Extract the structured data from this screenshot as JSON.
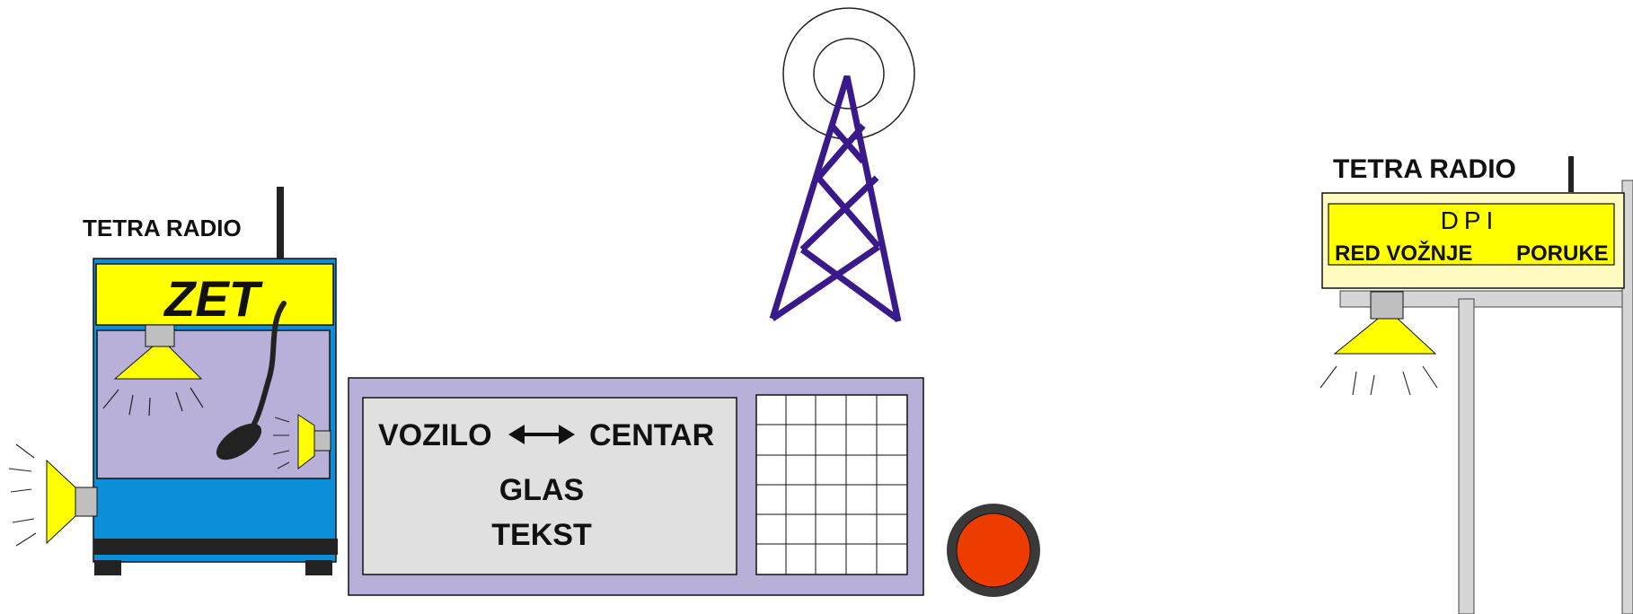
{
  "bus": {
    "radio_label": "TETRA RADIO",
    "sign_text": "ZET",
    "colors": {
      "body": "#0a8fd8",
      "sign": "#ffff00",
      "window": "#b8b0d8"
    }
  },
  "console": {
    "flow_left": "VOZILO",
    "flow_right": "CENTAR",
    "line1": "GLAS",
    "line2": "TEKST",
    "colors": {
      "body": "#b8b0d8",
      "screen": "#e0e0e0"
    }
  },
  "emergency_button": {
    "color": "#ec3c00",
    "icon": "alarm-button-icon"
  },
  "tower": {
    "color": "#3a1a8a",
    "icon": "radio-tower-icon"
  },
  "stop_display": {
    "radio_label": "TETRA RADIO",
    "title": "DPI",
    "left_label": "RED VOŽNJE",
    "right_label": "PORUKE",
    "colors": {
      "panel": "#ffff00",
      "frame": "#fffbc0"
    }
  }
}
